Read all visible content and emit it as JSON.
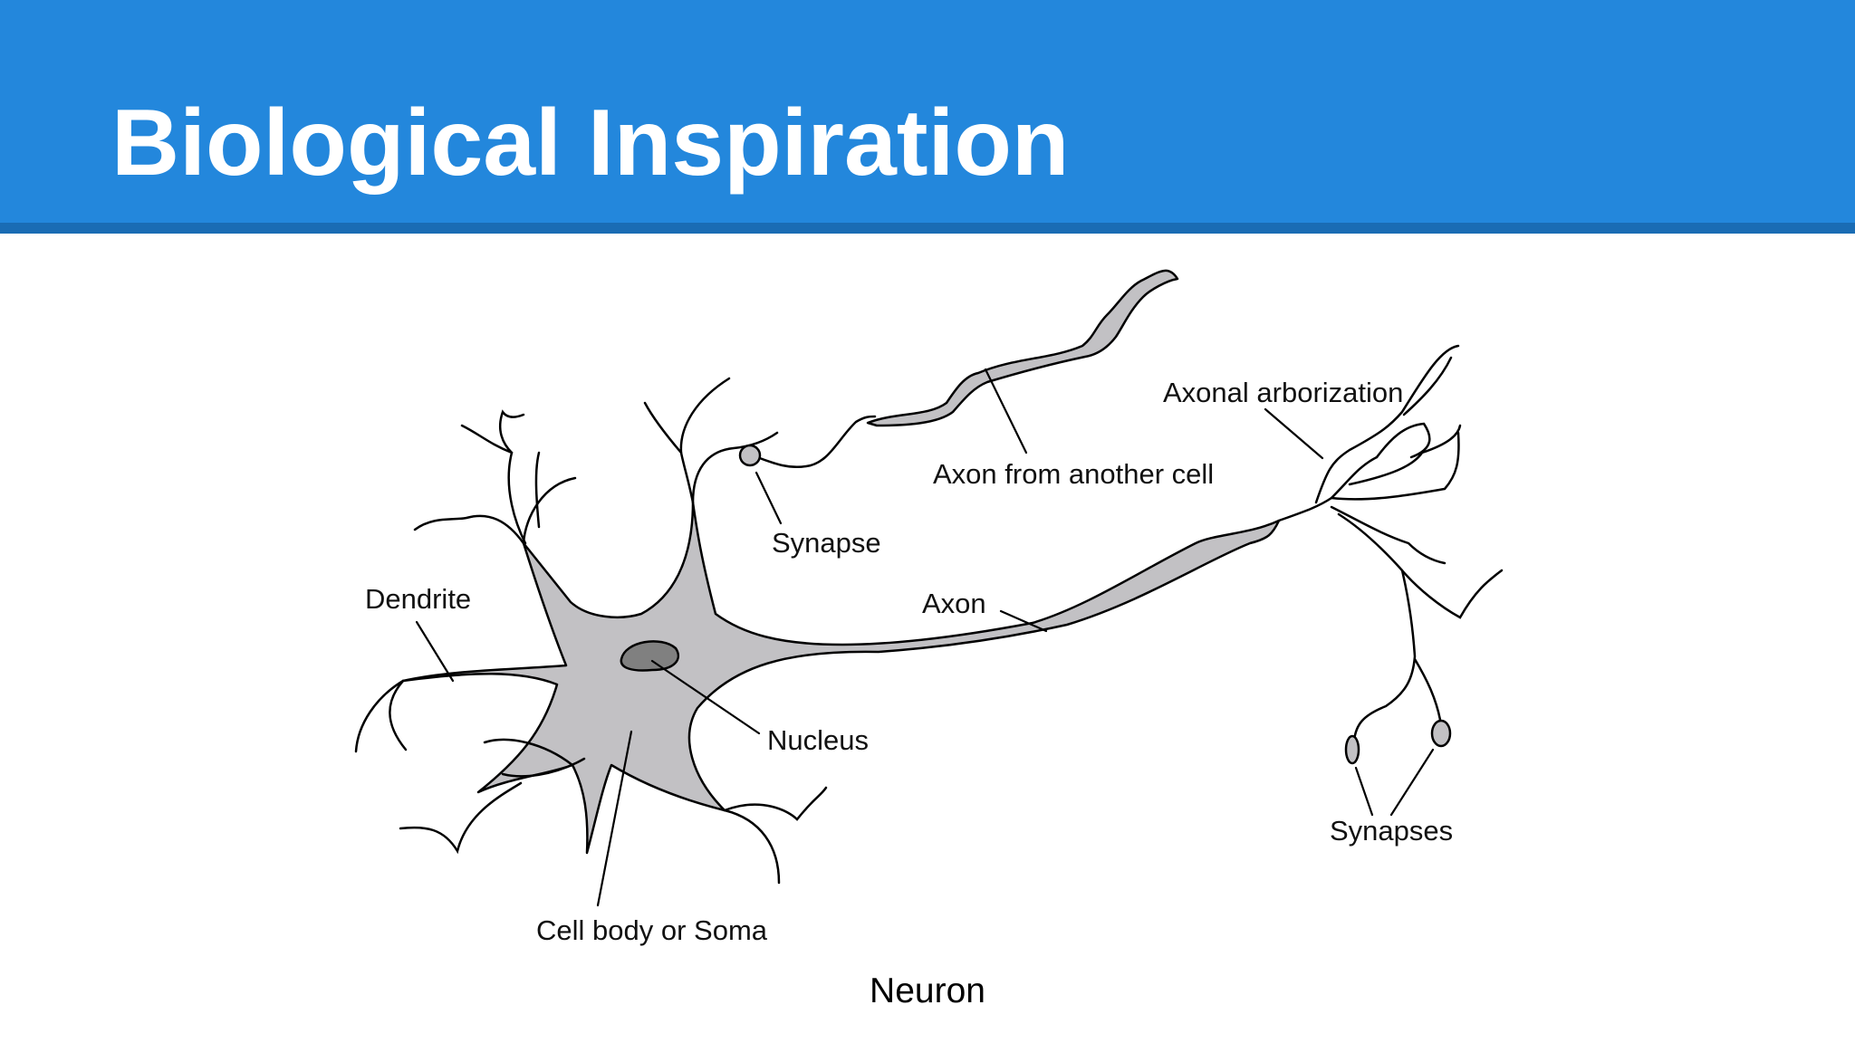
{
  "slide": {
    "title": "Biological Inspiration",
    "caption": "Neuron"
  },
  "diagram": {
    "labels": {
      "dendrite": "Dendrite",
      "cell_body": "Cell body or Soma",
      "nucleus": "Nucleus",
      "synapse": "Synapse",
      "axon_from_another_cell": "Axon from another cell",
      "axon": "Axon",
      "axonal_arborization": "Axonal arborization",
      "synapses": "Synapses"
    }
  },
  "colors": {
    "header": "#2387dc",
    "header_rule": "#1a6cb4",
    "title_text": "#ffffff",
    "cell_fill": "#c2c1c4",
    "nucleus_fill": "#808080",
    "outline": "#000000"
  }
}
